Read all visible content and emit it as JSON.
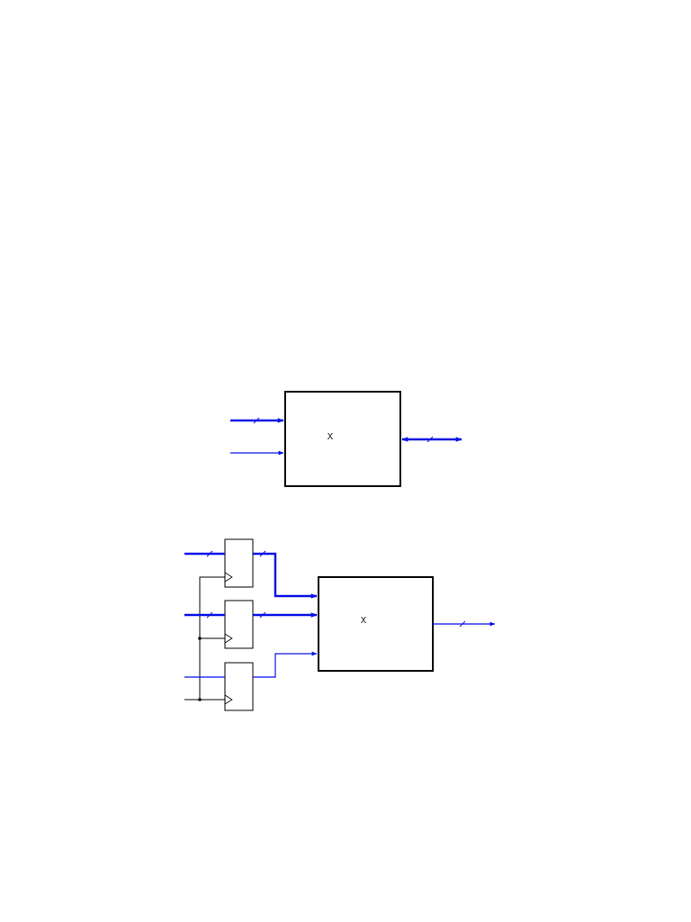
{
  "colors": {
    "bus": "#0a14e6",
    "wire": "#000000",
    "background": "#ffffff"
  },
  "diagram_top": {
    "block": {
      "label": "x"
    },
    "inputs": [
      {
        "kind": "bus"
      },
      {
        "kind": "signal"
      }
    ],
    "outputs": [
      {
        "kind": "bus-bidirectional"
      }
    ]
  },
  "diagram_bottom": {
    "block": {
      "label": "x"
    },
    "registers": [
      {
        "input_kind": "bus",
        "output_kind": "bus"
      },
      {
        "input_kind": "bus",
        "output_kind": "bus"
      },
      {
        "input_kind": "signal",
        "output_kind": "signal"
      }
    ],
    "outputs": [
      {
        "kind": "bus"
      }
    ]
  }
}
